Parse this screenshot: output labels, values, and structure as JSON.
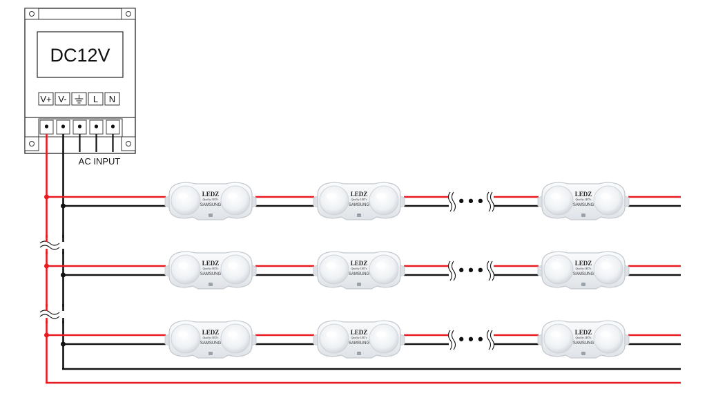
{
  "power_supply": {
    "display_label": "DC12V",
    "terminals": [
      {
        "id": "v-plus",
        "label": "V+"
      },
      {
        "id": "v-minus",
        "label": "V-"
      },
      {
        "id": "ground",
        "label": "⏚"
      },
      {
        "id": "live",
        "label": "L"
      },
      {
        "id": "neutral",
        "label": "N"
      }
    ],
    "ac_label": "AC INPUT"
  },
  "module": {
    "brand": "LEDZ",
    "tagline": "Quality LED's",
    "maker": "SAMSUNG"
  },
  "layout_info": {
    "strings": 3,
    "modules_per_string": 3,
    "ellipsis": "• • •"
  },
  "colors": {
    "positive_wire": "#e8191f",
    "negative_wire": "#111111",
    "module_body": "#f2f4f6",
    "module_outline": "#c9ced3"
  }
}
